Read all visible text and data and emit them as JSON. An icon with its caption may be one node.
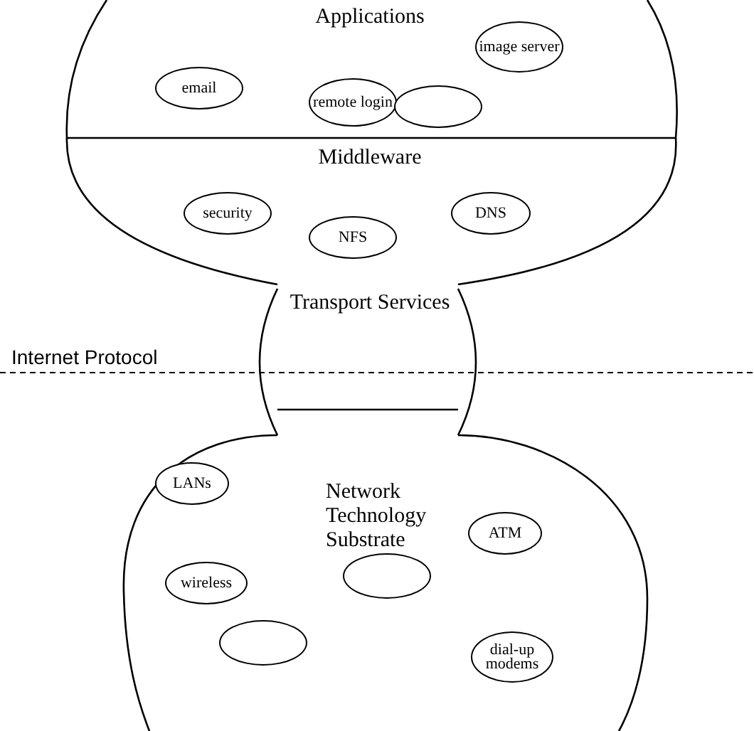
{
  "diagram": {
    "nodes": [
      {
        "text": [
          "Applications"
        ]
      },
      {
        "text": [
          "image server"
        ],
        "in": 0
      },
      {
        "text": [
          "email"
        ],
        "in": 0
      },
      {
        "text": [
          "remote login"
        ],
        "in": 0
      },
      {
        "text": [],
        "shape": "ellipse",
        "in": 0
      },
      {
        "text": [
          "Middleware"
        ]
      },
      {
        "text": [
          "security"
        ],
        "in": 5
      },
      {
        "text": [
          "DNS"
        ],
        "in": 5
      },
      {
        "text": [
          "NFS"
        ],
        "in": 5
      },
      {
        "text": [
          "Transport Services"
        ]
      },
      {
        "text": [
          "Network Technology Substrate"
        ]
      },
      {
        "text": [
          "LANs"
        ],
        "in": 10
      },
      {
        "text": [
          "ATM"
        ],
        "in": 10
      },
      {
        "text": [],
        "shape": "ellipse",
        "in": 10
      },
      {
        "text": [
          "wireless"
        ],
        "in": 10
      },
      {
        "text": [],
        "shape": "ellipse",
        "in": 10
      },
      {
        "text": [
          "dial-up modems"
        ],
        "in": 10
      }
    ],
    "edges": [],
    "labels": [
      "Internet Protocol"
    ]
  }
}
